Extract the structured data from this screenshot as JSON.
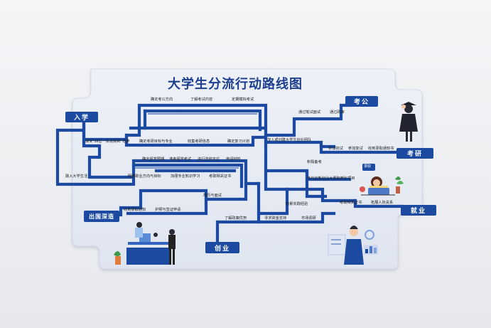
{
  "title": "大学生分流行动路线图",
  "nodes": {
    "enroll": "入学",
    "exam_public": "考公",
    "exam_grad": "考研",
    "abroad": "出国深造",
    "employment": "就业",
    "startup": "创业"
  },
  "labels": {
    "plan_exam": "确定考公方向",
    "learn_content": "了解考试内容",
    "regular_mock": "定期模拟考试",
    "pass_written": "通过笔试面试",
    "pass_review": "通过政审",
    "accept_training": "接受“四位一体双院制”培养",
    "set_goal": "确定考研目标与专业",
    "collect_info": "收集考研信息",
    "review_plan": "确定复习计划",
    "join_team": "加入或创建大学生创业团队",
    "join_written": "参加初试",
    "join_retest": "参加复试",
    "receive_notice": "收到录取通知书",
    "choose_abroad": "确定留学预期",
    "prep_exam": "准备留学考试",
    "select_school": "进行选校定位",
    "apply_docs": "申请材料",
    "active_prep": "积极备考",
    "adapt_life": "融入大学生活",
    "clear_career": "明确职业方向与目标",
    "strengthen_skill": "加强专业知识学习",
    "get_cert": "考取相关证书",
    "join_contest": "参与创新创业大赛和孵化项目",
    "resume_interview": "简历与面试",
    "get_cert2": "考取相关证书",
    "expand_network": "拓展人际关系",
    "get_admission": "收到录取通知",
    "passport_visa": "护照与签证申请",
    "accumulate_exp": "积累实践经验",
    "learn_policy": "了解政策优势",
    "seek_funding": "寻求资金支持",
    "market_research": "市场调研"
  },
  "badge": "录取",
  "colors": {
    "line": "#1b4aa0",
    "node": "#1b4aa0",
    "title": "#1d3f8f",
    "board": "#e4e9f4"
  }
}
